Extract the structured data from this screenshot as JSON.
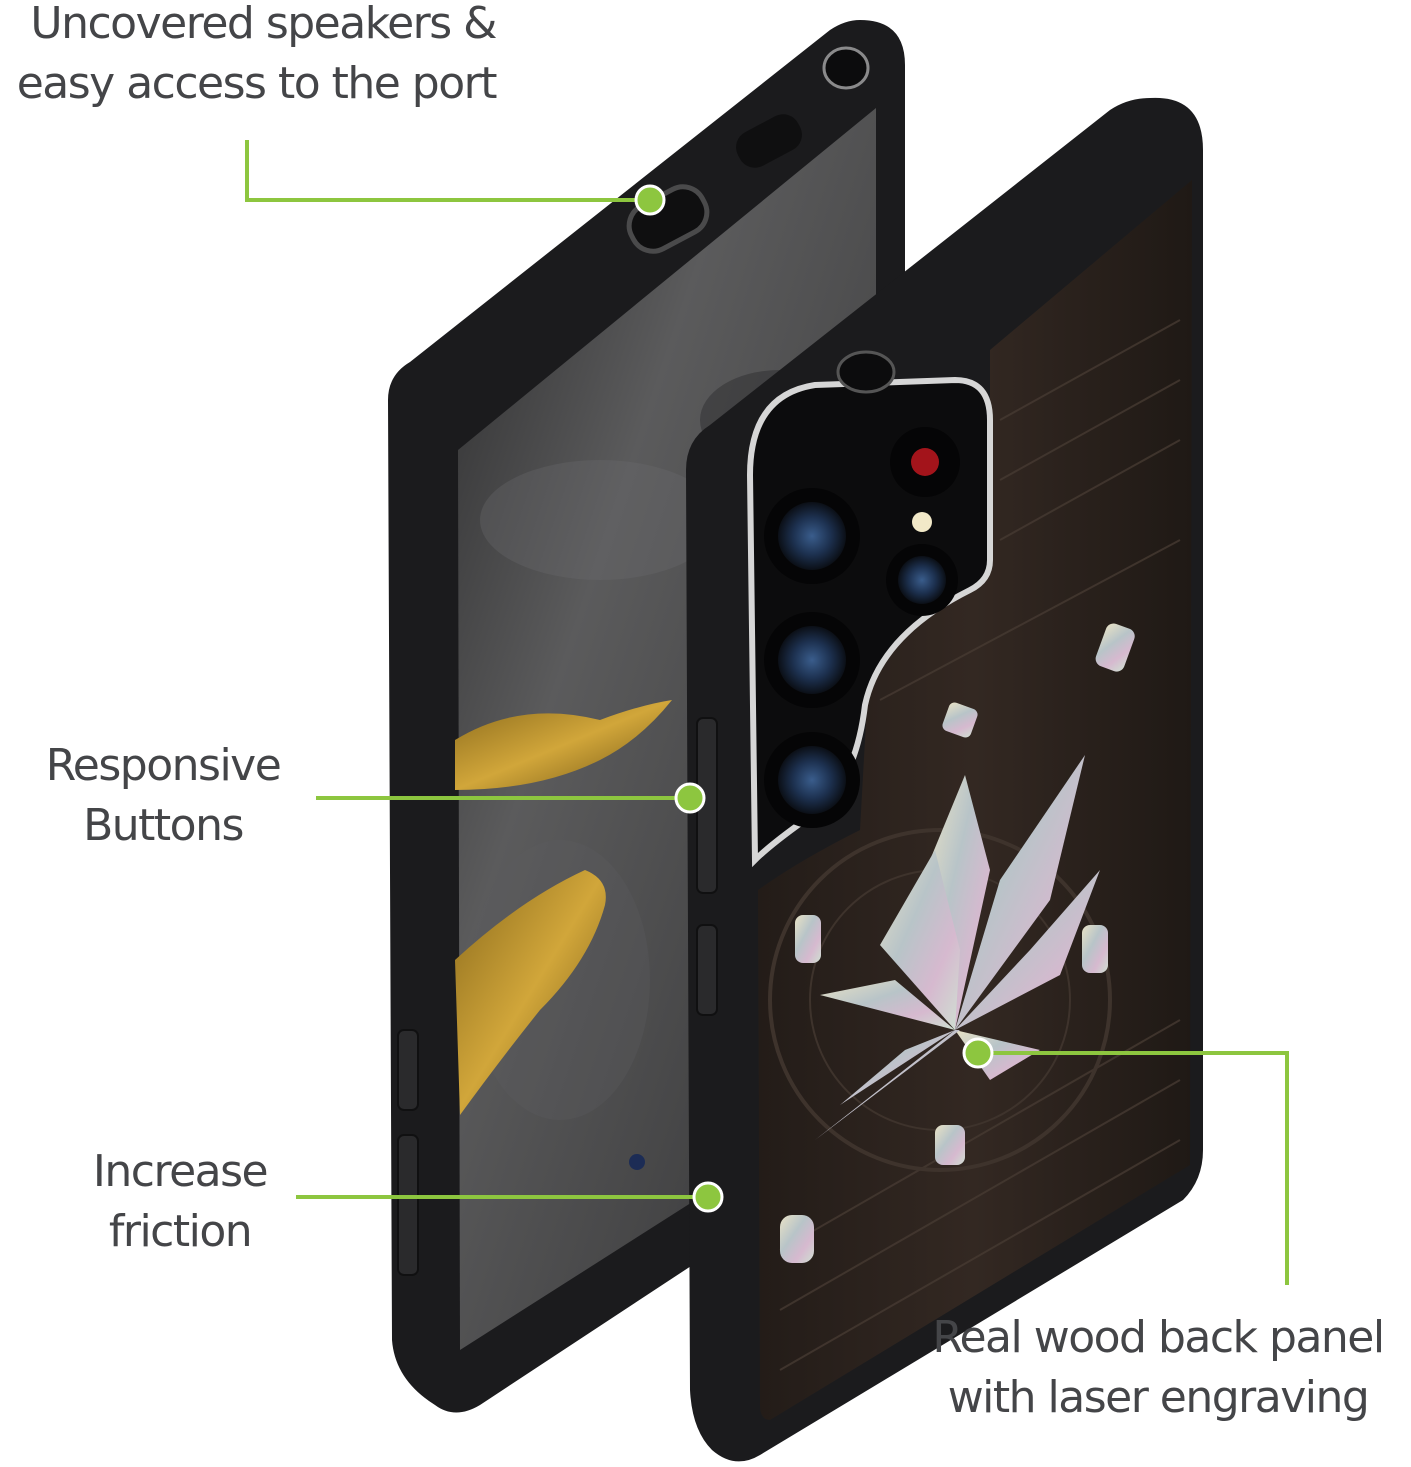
{
  "callouts": {
    "speakers": {
      "line1": "Uncovered speakers &",
      "line2": "easy access to the port"
    },
    "buttons": {
      "line1": "Responsive",
      "line2": "Buttons"
    },
    "friction": {
      "line1": "Increase",
      "line2": "friction"
    },
    "wood": {
      "line1": "Real wood back panel",
      "line2": "with laser engraving"
    }
  },
  "colors": {
    "accent": "#8dc63f",
    "text": "#444548",
    "case_black": "#1b1b1d",
    "wood": "#2c2420",
    "shell_inlay": "#d9d6c4",
    "stone": "#4a4a4a",
    "leaf_gold": "#c49a2c"
  }
}
